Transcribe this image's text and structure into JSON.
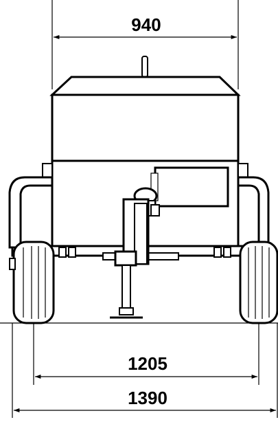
{
  "dimensions": {
    "top_width": "940",
    "track_width": "1205",
    "overall_width": "1390"
  },
  "colors": {
    "line": "#000000",
    "background": "#ffffff",
    "hatch": "#9a9a9a"
  }
}
